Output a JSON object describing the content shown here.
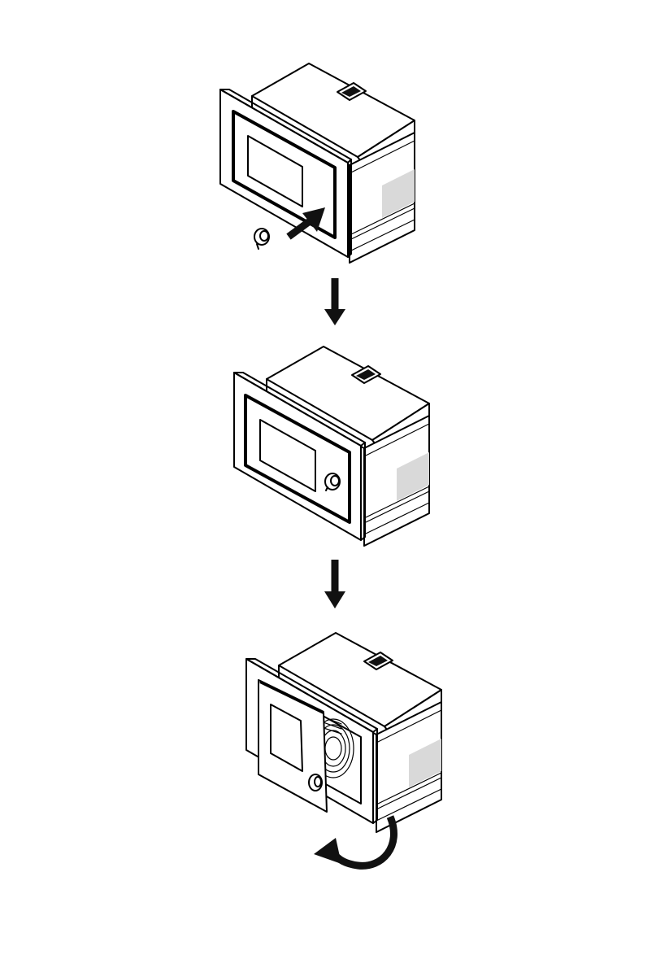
{
  "diagram": {
    "steps": [
      {
        "id": 1,
        "action": "insert-trim-frame",
        "direction-arrow": "push-in-arrow"
      },
      {
        "id": 2,
        "action": "attach-handle-knob"
      },
      {
        "id": 3,
        "action": "open-door",
        "direction-arrow": "rotate-arrow"
      }
    ],
    "connectors": [
      "down-arrow",
      "down-arrow"
    ],
    "colors": {
      "line": "#000000",
      "fill": "#ffffff",
      "accent": "#111111"
    }
  }
}
